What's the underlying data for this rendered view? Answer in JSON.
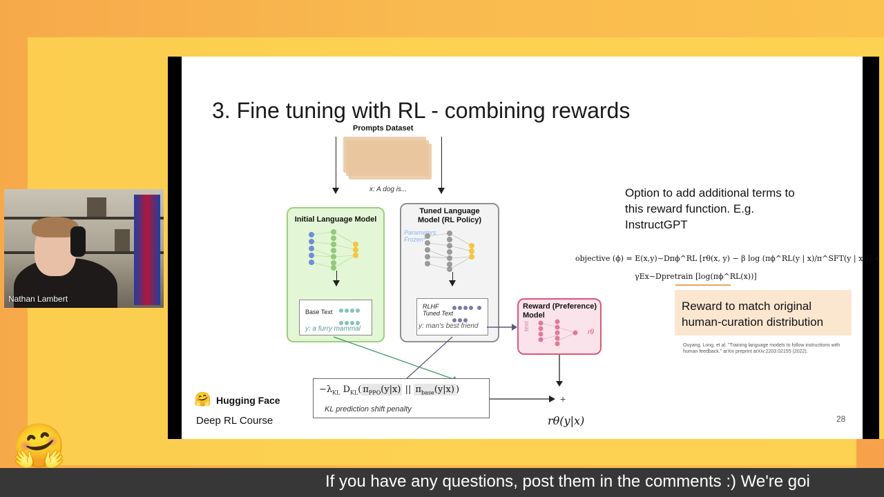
{
  "speaker": {
    "name": "Nathan Lambert"
  },
  "slide": {
    "title": "3. Fine tuning with RL - combining rewards",
    "prompts_label": "Prompts Dataset",
    "prompt_example": "x: A dog is...",
    "initial_model": {
      "title": "Initial Language Model",
      "output_label": "Base Text",
      "output_example": "y: a furry mammal",
      "color": "#e3f6d5"
    },
    "tuned_model": {
      "title_line1": "Tuned Language",
      "title_line2": "Model (RL Policy)",
      "frozen_note_line1": "Parameters",
      "frozen_note_line2": "Frozen*",
      "output_label_line1": "RLHF",
      "output_label_line2": "Tuned Text",
      "output_example": "y: man's best friend"
    },
    "reward_model": {
      "title_line1": "Reward (Preference)",
      "title_line2": "Model",
      "input_label": "text",
      "output_label": "rθ"
    },
    "kl": {
      "formula_pre": "−λ",
      "formula_sub": "KL",
      "formula_d": " D",
      "formula_d_sub": "KL",
      "formula_open": "(",
      "pi_ppo": "π",
      "pi_ppo_sub": "PPO",
      "pi_ppo_arg": "(y|x)",
      "formula_sep": " || ",
      "pi_base": "π",
      "pi_base_sub": "base",
      "pi_base_arg": "(y|x)",
      "formula_close": ")",
      "caption": "KL prediction shift penalty"
    },
    "plus": "+",
    "reward_output": "rθ(y|x)",
    "option_text": "Option to add additional terms to this reward function. E.g. InstructGPT",
    "objective_line1": "objective (ϕ) = E(x,y)∼Dπϕ^RL [rθ(x, y) − β log (πϕ^RL(y | x)/π^SFT(y | x))] +",
    "objective_line2": "γEx∼Dpretrain [log(πϕ^RL(x))]",
    "reward_box_text": "Reward to match original human-curation distribution",
    "citation": "Ouyang, Long, et al. \"Training language models to follow instructions with human feedback.\" arXiv preprint arXiv:2203.02155 (2022).",
    "brand_logo": "🤗",
    "brand_name": "Hugging Face",
    "course": "Deep RL Course",
    "page_number": "28"
  },
  "overlay": {
    "hug_emoji": "🤗",
    "ticker": "If you have any questions, post them in the comments :) We're goi"
  },
  "colors": {
    "green_model": "#9ccf7e",
    "gray_model": "#8f8f8f",
    "pink_model": "#d9577a",
    "kl_green_arrow": "#3a9a6a",
    "reward_box": "#fbe6d0"
  }
}
